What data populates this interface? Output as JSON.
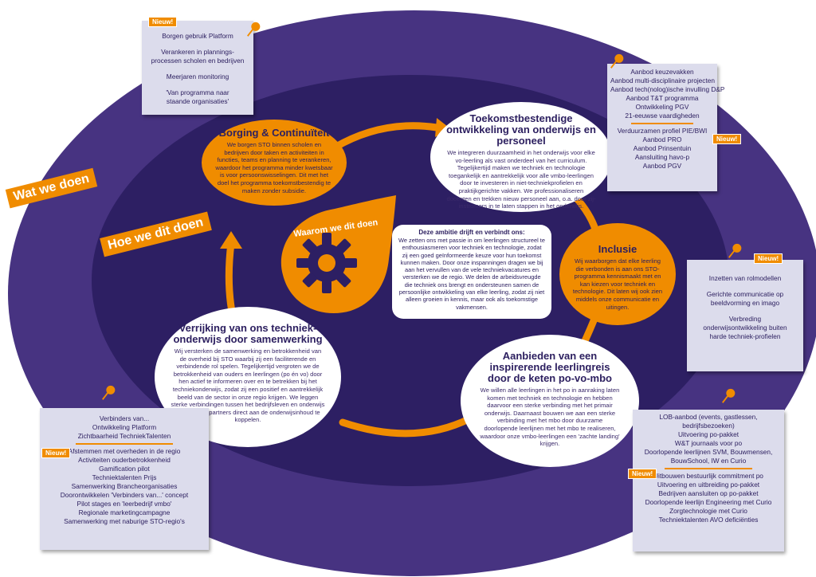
{
  "labels": {
    "wat_we_doen": "Wat we doen",
    "hoe_we_dit_doen": "Hoe we dit doen",
    "waarom": "Waarom we dit doen",
    "nieuw": "Nieuw!"
  },
  "center": {
    "heading": "Deze ambitie drijft en verbindt ons:",
    "body": "We zetten ons met passie in om leerlingen structureel te enthousiasmeren voor techniek en technologie, zodat zij een goed geïnformeerde keuze voor hun toekomst kunnen maken. Door onze inspanningen dragen we bij aan het vervullen van de vele techniekvacatures en versterken we de regio. We delen de arbeidsvreugde die techniek ons brengt en ondersteunen samen de persoonlijke ontwikkeling van elke leerling, zodat zij niet alleen groeien in kennis, maar ook als toekomstige vakmensen."
  },
  "circles": {
    "borging": {
      "title": "Borging & Continuïteit",
      "text": "We borgen STO binnen scholen en bedrijven door taken en activiteiten in functies, teams en planning te verankeren, waardoor het programma minder kwetsbaar is voor persoonswisselingen. Dit met het doel het programma toekomstbestendig te maken zonder subsidie."
    },
    "toekomst": {
      "title": "Toekomstbestendige ontwikkeling van onderwijs en personeel",
      "text": "We integreren duurzaamheid in het onderwijs voor elke vo-leerling als vast onderdeel van het curriculum. Tegelijkertijd maken we techniek en technologie toegankelijk en aantrekkelijk voor alle vmbo-leerlingen door te investeren in niet-techniekprofielen en praktijkgerichte vakken. We professionaliseren docenten en trekken nieuw personeel aan, o.a. door zij-instromers in te laten stappen in het onderwijs."
    },
    "inclusie": {
      "title": "Inclusie",
      "text": "Wij waarborgen dat elke leerling die verbonden is aan ons STO-programma kennismaakt met en kan kiezen voor techniek en technologie. Dit laten wij ook zien middels onze communicatie en uitingen."
    },
    "aanbieden": {
      "title": "Aanbieden van een inspirerende leerlingreis door de keten po-vo-mbo",
      "text": "We willen alle leerlingen in het po in aanraking laten komen met techniek en technologie en hebben daarvoor een sterke verbinding met het primair onderwijs. Daarnaast bouwen we aan een sterke verbinding met het mbo door duurzame doorlopende leerlijnen met het mbo te realiseren, waardoor onze vmbo-leerlingen een 'zachte landing' krijgen."
    },
    "verrijking": {
      "title": "Verrijking van ons techniek-onderwijs door samenwerking",
      "text": "Wij versterken de samenwerking en betrokkenheid van de overheid bij STO waarbij zij een faciliterende en verbindende rol spelen. Tegelijkertijd vergroten we de betrokkenheid van ouders en leerlingen (po én vo) door hen actief te informeren over en te betrekken bij het techniekonderwijs, zodat zij een positief en aantrekkelijk beeld van de sector in onze regio krijgen. We leggen sterke verbindingen tussen het bedrijfsleven en onderwijs door bedrijfspartners direct aan de onderwijsinhoud te koppelen."
    }
  },
  "notes": {
    "top_left": [
      "Borgen gebruik Platform",
      "",
      "Verankeren in plannings-",
      "processen scholen en bedrijven",
      "",
      "Meerjaren monitoring",
      "",
      "'Van programma naar",
      "staande organisaties'"
    ],
    "top_right": [
      "Aanbod keuzevakken",
      "Aanbod multi-disciplinaire projecten",
      "Aanbod tech(nolog)ische invulling D&P",
      "Aanbod T&T programma",
      "Ontwikkeling PGV",
      "21-eeuwse vaardigheden"
    ],
    "top_right_new": [
      "Verduurzamen profiel PIE/BWI",
      "Aanbod PRO",
      "Aanbod Prinsentuin",
      "Aansluiting havo-p",
      "Aanbod PGV"
    ],
    "right": [
      "Inzetten van rolmodellen",
      "",
      "Gerichte communicatie op",
      "beeldvorming en imago",
      "",
      "Verbreding",
      "onderwijsontwikkeling buiten",
      "harde techniek-profielen"
    ],
    "bottom_left": [
      "Verbinders van...",
      "Ontwikkeling Platform",
      "Zichtbaarheid TechniekTalenten"
    ],
    "bottom_left_new": [
      "Afstemmen met overheden in de regio",
      "Activiteiten ouderbetrokkenheid",
      "Gamification pilot",
      "Techniektalenten Prijs",
      "Samenwerking Brancheorganisaties",
      "Doorontwikkelen 'Verbinders van...' concept",
      "Pilot stages en 'leerbedrijf vmbo'",
      "Regionale marketingcampagne",
      "Samenwerking met naburige STO-regio's"
    ],
    "bottom_right": [
      "LOB-aanbod (events, gastlessen,",
      "bedrijfsbezoeken)",
      "Uitvoering po-pakket",
      "W&T journaals voor po",
      "Doorlopende leerlijnen SVM, Bouwmensen,",
      "BouwSchool, IW en Curio"
    ],
    "bottom_right_new": [
      "Uitbouwen bestuurlijk commitment po",
      "Uitvoering en uitbreiding po-pakket",
      "Bedrijven aansluiten op po-pakket",
      "Doorlopende leerlijn Engineering met Curio",
      "Zorgtechnologie met Curio",
      "Techniektalenten AVO deficiënties"
    ]
  },
  "colors": {
    "purple_outer": "#473381",
    "purple_inner": "#2d1f63",
    "orange": "#f08c00",
    "note_bg": "#dcdcec",
    "text_dark": "#2d2060"
  },
  "icons": [
    "gear-icon",
    "pushpin-icon",
    "cycle-arrow-icon"
  ]
}
